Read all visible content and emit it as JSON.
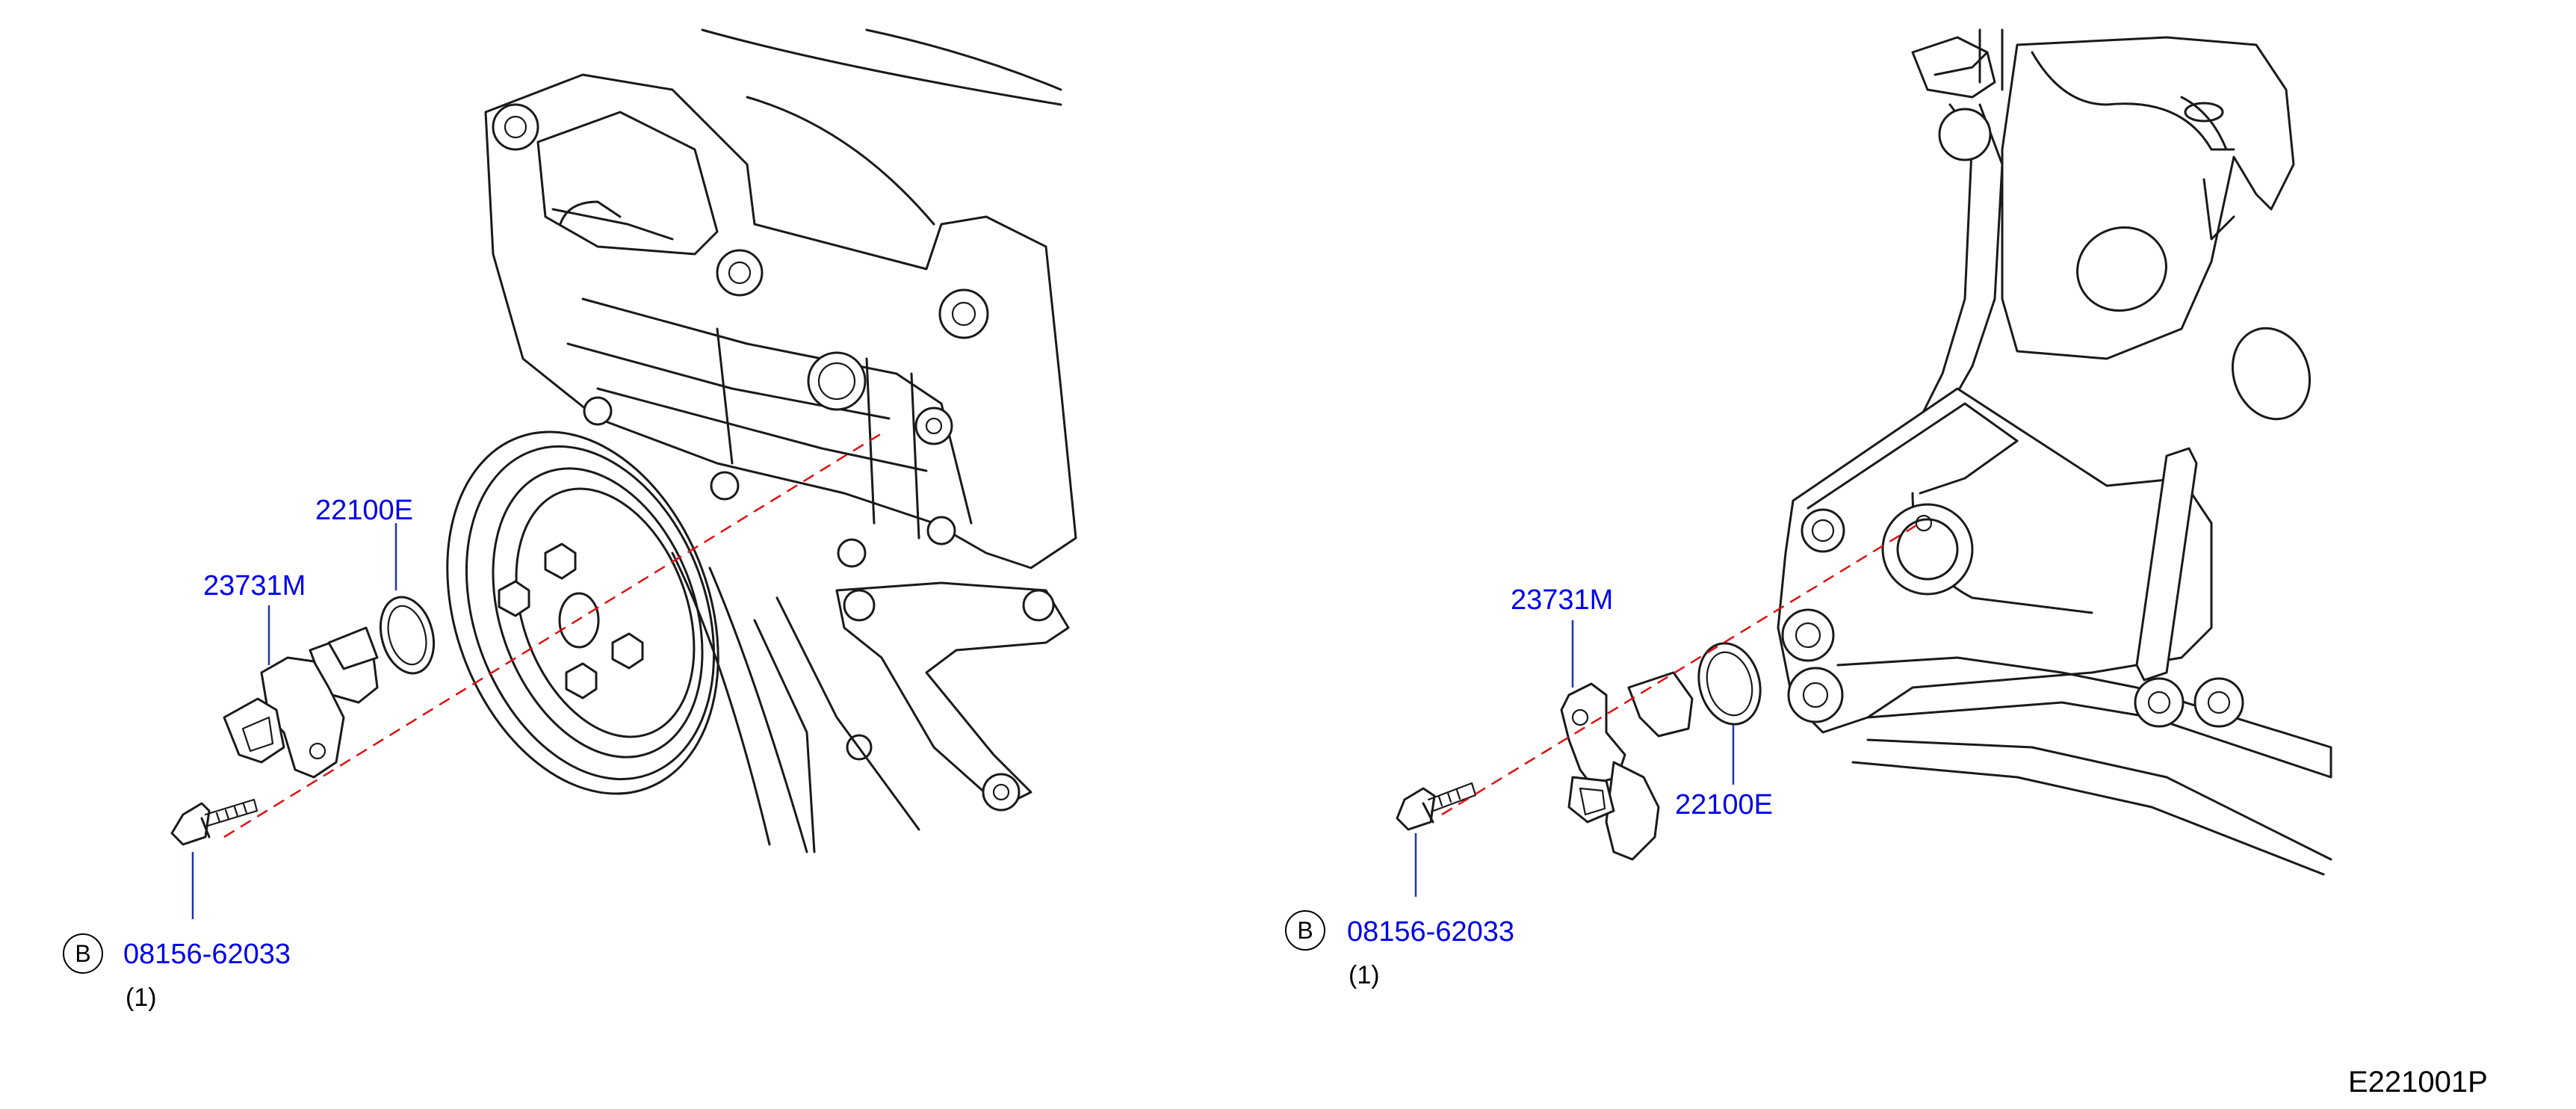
{
  "colors": {
    "callout": "#0000ee",
    "leader": "#2233aa",
    "guide": "#e01010",
    "line": "#1a1a1a"
  },
  "left_view": {
    "oring_label": "22100E",
    "sensor_label": "23731M",
    "bolt_badge": "B",
    "bolt_label": "08156-62033",
    "bolt_qty": "(1)"
  },
  "right_view": {
    "sensor_label": "23731M",
    "oring_label": "22100E",
    "bolt_badge": "B",
    "bolt_label": "08156-62033",
    "bolt_qty": "(1)"
  },
  "diagram_code": "E221001P"
}
